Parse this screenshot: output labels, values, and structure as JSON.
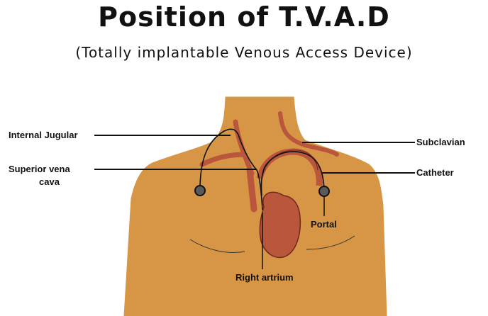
{
  "title": "Position of T.V.A.D",
  "subtitle": "(Totally implantable Venous Access Device)",
  "labels": {
    "internal_jugular": "Internal Jugular",
    "superior_vena_cava_line1": "Superior vena",
    "superior_vena_cava_line2": "cava",
    "subclavian": "Subclavian",
    "catheter": "Catheter",
    "portal": "Portal",
    "right_atrium": "Right artrium"
  },
  "colors": {
    "skin": "#d69645",
    "heart": "#b9563c",
    "vessel": "#b9563c",
    "line": "#111111",
    "port": "#5a5a5a"
  }
}
